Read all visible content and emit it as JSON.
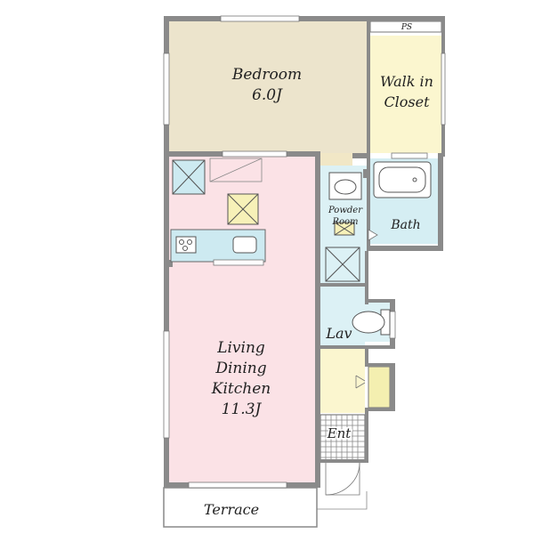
{
  "rooms": {
    "bedroom": {
      "name": "Bedroom",
      "size": "6.0J",
      "color": "#ece4cc"
    },
    "walk_in_closet": {
      "line1": "Walk in",
      "line2": "Closet",
      "color": "#fbf6cf"
    },
    "ps": {
      "label": "PS"
    },
    "powder_room": {
      "line1": "Powder",
      "line2": "Room",
      "color": "#dcf1f5"
    },
    "bath": {
      "name": "Bath",
      "color": "#d5eef3"
    },
    "lav": {
      "name": "Lav",
      "color": "#dcf1f5"
    },
    "ldk": {
      "line1": "Living",
      "line2": "Dining",
      "line3": "Kitchen",
      "size": "11.3J",
      "color": "#fbe2e6"
    },
    "entrance": {
      "name": "Ent",
      "color": "#fbf6cf"
    },
    "terrace": {
      "name": "Terrace",
      "color": "#ffffff"
    }
  },
  "colors": {
    "wall": "#8a8a8a",
    "fixture_fill": "#cdeaf1",
    "storage_fill": "#f4efb0",
    "kitchen_counter": "#cdeaf1"
  }
}
